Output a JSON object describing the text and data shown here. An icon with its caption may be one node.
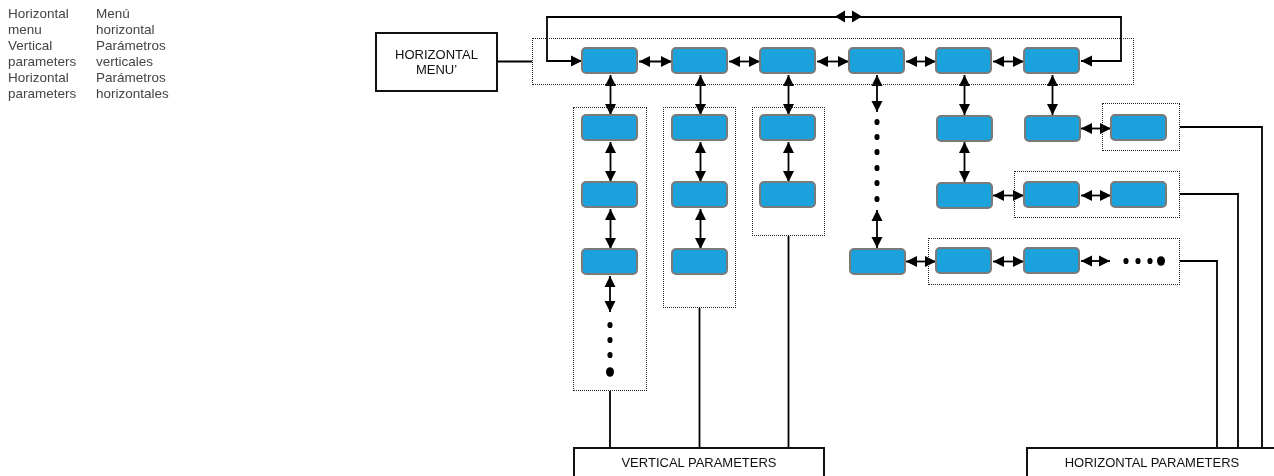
{
  "diagram": {
    "nodes": [
      {
        "text": [
          "HORIZONTAL MENU’"
        ]
      },
      {
        "text": [],
        "shape": "box"
      },
      {
        "text": [],
        "shape": "box",
        "in": 1
      },
      {
        "text": [],
        "shape": "box",
        "in": 1
      },
      {
        "text": [],
        "shape": "box",
        "in": 1
      },
      {
        "text": [],
        "shape": "box",
        "in": 1
      },
      {
        "text": [],
        "shape": "box",
        "in": 1
      },
      {
        "text": [],
        "shape": "box",
        "in": 1
      },
      {
        "text": [],
        "shape": "box"
      },
      {
        "text": [],
        "shape": "box",
        "in": 8
      },
      {
        "text": [],
        "shape": "box",
        "in": 8
      },
      {
        "text": [],
        "shape": "box",
        "in": 8
      },
      {
        "text": [],
        "shape": "box"
      },
      {
        "text": [],
        "shape": "box",
        "in": 12
      },
      {
        "text": [],
        "shape": "box",
        "in": 12
      },
      {
        "text": [],
        "shape": "box",
        "in": 12
      },
      {
        "text": [],
        "shape": "box"
      },
      {
        "text": [],
        "shape": "box",
        "in": 16
      },
      {
        "text": [],
        "shape": "box",
        "in": 16
      },
      {
        "text": [],
        "shape": "box"
      },
      {
        "text": [],
        "shape": "box"
      },
      {
        "text": [],
        "shape": "box"
      },
      {
        "text": [],
        "shape": "box",
        "in": 21
      },
      {
        "text": [],
        "shape": "box"
      },
      {
        "text": [],
        "shape": "box"
      },
      {
        "text": [],
        "shape": "box",
        "in": 24
      },
      {
        "text": [],
        "shape": "box",
        "in": 24
      },
      {
        "text": [],
        "shape": "box"
      },
      {
        "text": [],
        "shape": "box"
      },
      {
        "text": [],
        "shape": "box",
        "in": 28
      },
      {
        "text": [],
        "shape": "box",
        "in": 28
      },
      {
        "text": [
          "VERTICAL PARAMETERS"
        ]
      },
      {
        "text": [
          "HORIZONTAL PARAMETERS"
        ]
      }
    ],
    "edges": [
      {
        "from": 0,
        "to": 1,
        "arrow": "none"
      },
      {
        "from": 2,
        "to": 3,
        "arrow": "both"
      },
      {
        "from": 3,
        "to": 4,
        "arrow": "both"
      },
      {
        "from": 4,
        "to": 5,
        "arrow": "both"
      },
      {
        "from": 5,
        "to": 6,
        "arrow": "both"
      },
      {
        "from": 6,
        "to": 7,
        "arrow": "both"
      },
      {
        "from": 7,
        "to": 2,
        "arrow": "both"
      },
      {
        "from": 2,
        "to": 9,
        "arrow": "both"
      },
      {
        "from": 9,
        "to": 10,
        "arrow": "both"
      },
      {
        "from": 10,
        "to": 11,
        "arrow": "both"
      },
      {
        "from": 11,
        "to": null,
        "arrow": "both"
      },
      {
        "from": 3,
        "to": 13,
        "arrow": "both"
      },
      {
        "from": 13,
        "to": 14,
        "arrow": "both"
      },
      {
        "from": 14,
        "to": 15,
        "arrow": "both"
      },
      {
        "from": 4,
        "to": 17,
        "arrow": "both"
      },
      {
        "from": 17,
        "to": 18,
        "arrow": "both"
      },
      {
        "from": 5,
        "to": null,
        "arrow": "both"
      },
      {
        "from": null,
        "to": 27,
        "arrow": "both"
      },
      {
        "from": 6,
        "to": 19,
        "arrow": "both"
      },
      {
        "from": 19,
        "to": 23,
        "arrow": "both"
      },
      {
        "from": 23,
        "to": 25,
        "arrow": "both"
      },
      {
        "from": 25,
        "to": 26,
        "arrow": "both"
      },
      {
        "from": 7,
        "to": 20,
        "arrow": "both"
      },
      {
        "from": 20,
        "to": 22,
        "arrow": "both"
      },
      {
        "from": 27,
        "to": 29,
        "arrow": "both"
      },
      {
        "from": 29,
        "to": 30,
        "arrow": "both"
      },
      {
        "from": 30,
        "to": null,
        "arrow": "both"
      },
      {
        "from": 8,
        "to": 31,
        "arrow": "none"
      },
      {
        "from": 12,
        "to": 31,
        "arrow": "none"
      },
      {
        "from": 16,
        "to": 31,
        "arrow": "none"
      },
      {
        "from": 21,
        "to": 32,
        "arrow": "none"
      },
      {
        "from": 24,
        "to": 32,
        "arrow": "none"
      },
      {
        "from": 28,
        "to": 32,
        "arrow": "none"
      }
    ],
    "labels": [
      "Horizontal menu",
      "Menú horizontal",
      "Vertical parameters",
      "Parámetros verticales",
      "Horizontal parameters",
      "Parámetros horizontales"
    ]
  }
}
